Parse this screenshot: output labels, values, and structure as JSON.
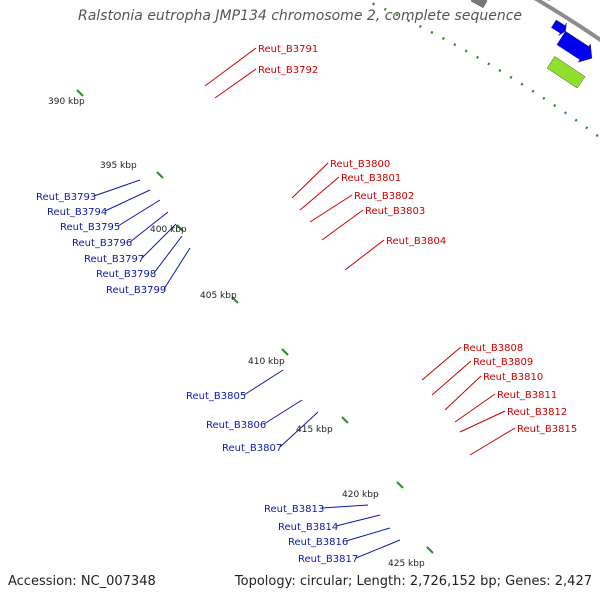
{
  "header": {
    "title": "Ralstonia eutropha JMP134 chromosome 2, complete sequence"
  },
  "footer": {
    "accession": "Accession: NC_007348",
    "topology": "Topology: circular; Length: 2,726,152 bp; Genes: 2,427"
  },
  "colors": {
    "backbone": "#8c8c8c",
    "dots": "#2e8b2e",
    "forward_label": "#cc0000",
    "reverse_label": "#0a1aa8",
    "red": "#ff0000",
    "blue": "#0000ee",
    "cyan": "#00f0f0",
    "orange": "#ff8c00",
    "gray": "#777777",
    "lightgray": "#cfcfcf",
    "navy": "#3c3c96",
    "green": "#8ee02c",
    "steel": "#5a8fc0",
    "darkteal": "#0a5f6a"
  },
  "ticks": [
    {
      "label": "390 kbp"
    },
    {
      "label": "395 kbp"
    },
    {
      "label": "400 kbp"
    },
    {
      "label": "405 kbp"
    },
    {
      "label": "410 kbp"
    },
    {
      "label": "415 kbp"
    },
    {
      "label": "420 kbp"
    },
    {
      "label": "425 kbp"
    }
  ],
  "forward_labels": [
    {
      "name": "Reut_B3791"
    },
    {
      "name": "Reut_B3792"
    },
    {
      "name": "Reut_B3800"
    },
    {
      "name": "Reut_B3801"
    },
    {
      "name": "Reut_B3802"
    },
    {
      "name": "Reut_B3803"
    },
    {
      "name": "Reut_B3804"
    },
    {
      "name": "Reut_B3808"
    },
    {
      "name": "Reut_B3809"
    },
    {
      "name": "Reut_B3810"
    },
    {
      "name": "Reut_B3811"
    },
    {
      "name": "Reut_B3812"
    },
    {
      "name": "Reut_B3815"
    }
  ],
  "reverse_labels": [
    {
      "name": "Reut_B3793"
    },
    {
      "name": "Reut_B3794"
    },
    {
      "name": "Reut_B3795"
    },
    {
      "name": "Reut_B3796"
    },
    {
      "name": "Reut_B3797"
    },
    {
      "name": "Reut_B3798"
    },
    {
      "name": "Reut_B3799"
    },
    {
      "name": "Reut_B3805"
    },
    {
      "name": "Reut_B3806"
    },
    {
      "name": "Reut_B3807"
    },
    {
      "name": "Reut_B3813"
    },
    {
      "name": "Reut_B3814"
    },
    {
      "name": "Reut_B3816"
    },
    {
      "name": "Reut_B3817"
    }
  ]
}
